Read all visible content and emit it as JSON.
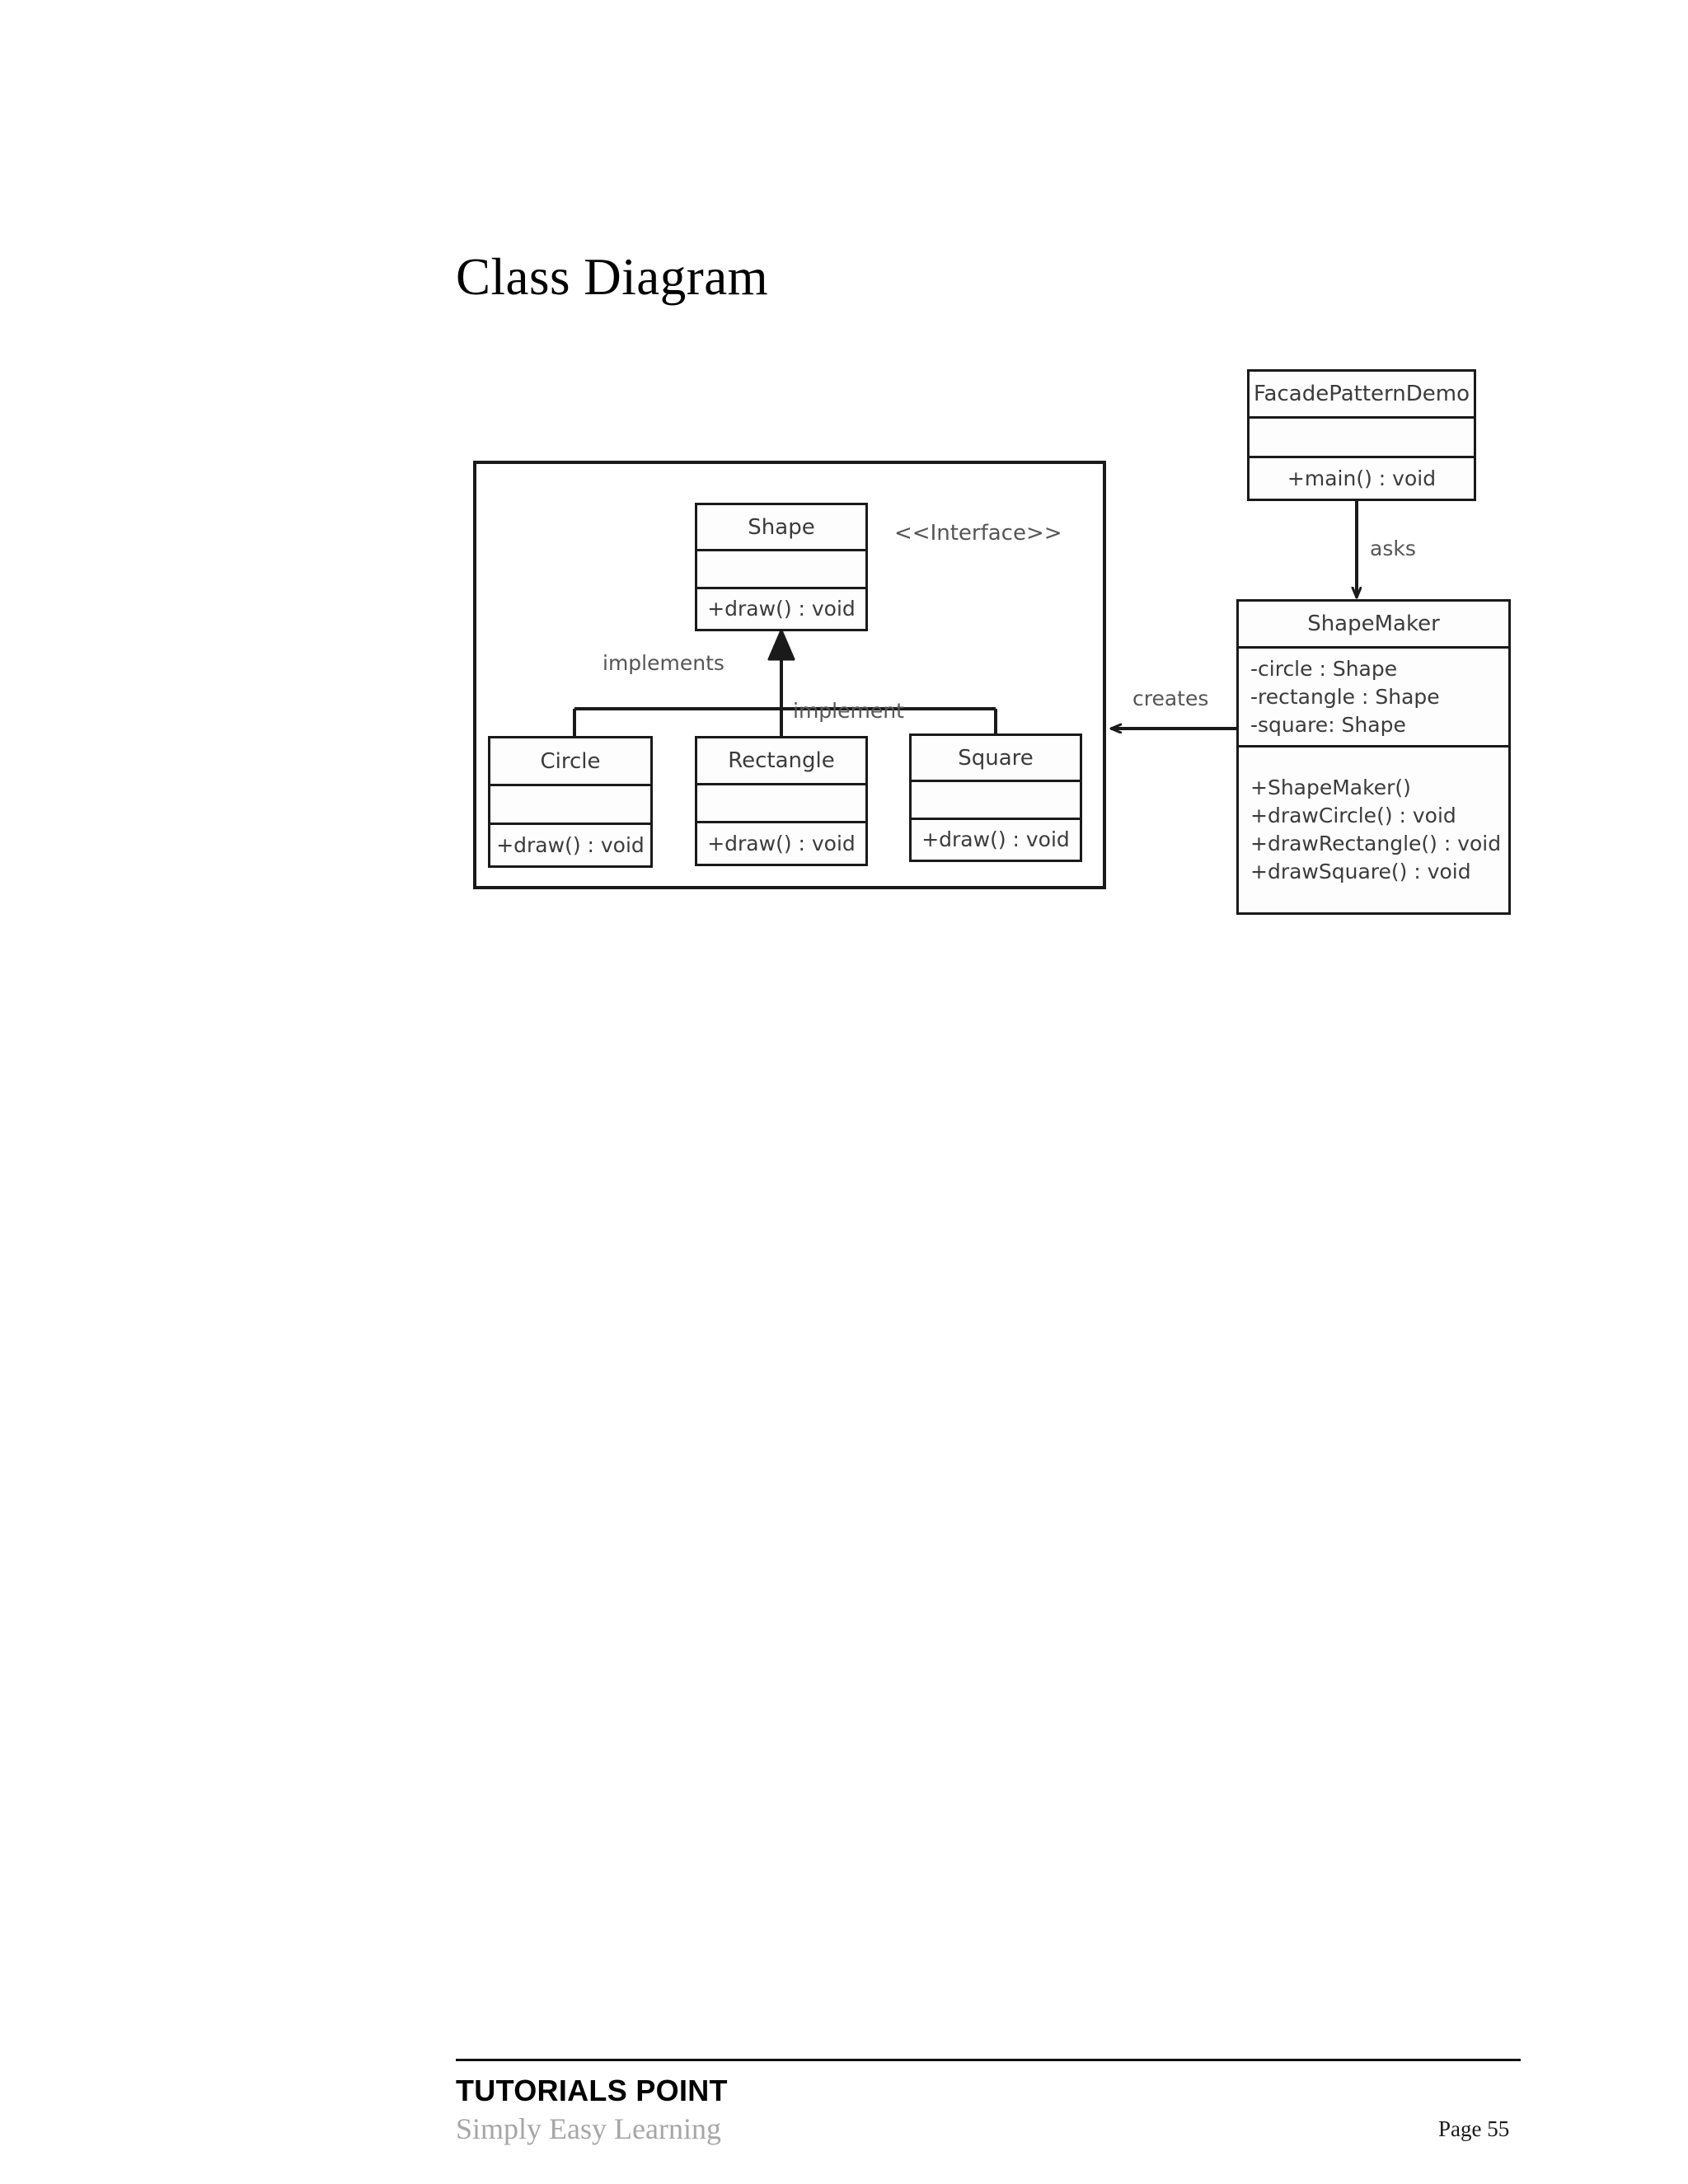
{
  "page": {
    "title": "Class Diagram"
  },
  "diagram": {
    "type": "uml-class-diagram",
    "package_boundary": {
      "label": ""
    },
    "classes": [
      {
        "id": "facade-pattern-demo",
        "name": "FacadePatternDemo",
        "attributes": [],
        "operations": [
          "+main() : void"
        ]
      },
      {
        "id": "shape-maker",
        "name": "ShapeMaker",
        "attributes": [
          "-circle : Shape",
          "-rectangle : Shape",
          "-square: Shape"
        ],
        "operations": [
          "+ShapeMaker()",
          "+drawCircle() : void",
          "+drawRectangle() : void",
          "+drawSquare() : void"
        ]
      },
      {
        "id": "shape",
        "name": "Shape",
        "stereotype": "<<Interface>>",
        "attributes": [],
        "operations": [
          "+draw() : void"
        ]
      },
      {
        "id": "circle",
        "name": "Circle",
        "attributes": [],
        "operations": [
          "+draw() : void"
        ]
      },
      {
        "id": "rectangle",
        "name": "Rectangle",
        "attributes": [],
        "operations": [
          "+draw() : void"
        ]
      },
      {
        "id": "square",
        "name": "Square",
        "attributes": [],
        "operations": [
          "+draw() : void"
        ]
      }
    ],
    "relationships": [
      {
        "id": "asks",
        "label": "asks",
        "from": "facade-pattern-demo",
        "to": "shape-maker",
        "kind": "dependency"
      },
      {
        "id": "creates",
        "label": "creates",
        "from": "shape-maker",
        "to": "package-boundary",
        "kind": "dependency"
      },
      {
        "id": "implements",
        "label": "implements",
        "from": "circle",
        "to": "shape",
        "kind": "realization"
      },
      {
        "id": "implement",
        "label": "implement",
        "from": "rectangle",
        "to": "shape",
        "kind": "realization"
      }
    ]
  },
  "footer": {
    "brand": "TUTORIALS POINT",
    "tagline": "Simply Easy Learning",
    "page": "Page 55"
  },
  "colors": {
    "line": "#1a1a1a",
    "text": "#3b3b3b",
    "muted": "#a6a6a6",
    "background": "#ffffff"
  }
}
